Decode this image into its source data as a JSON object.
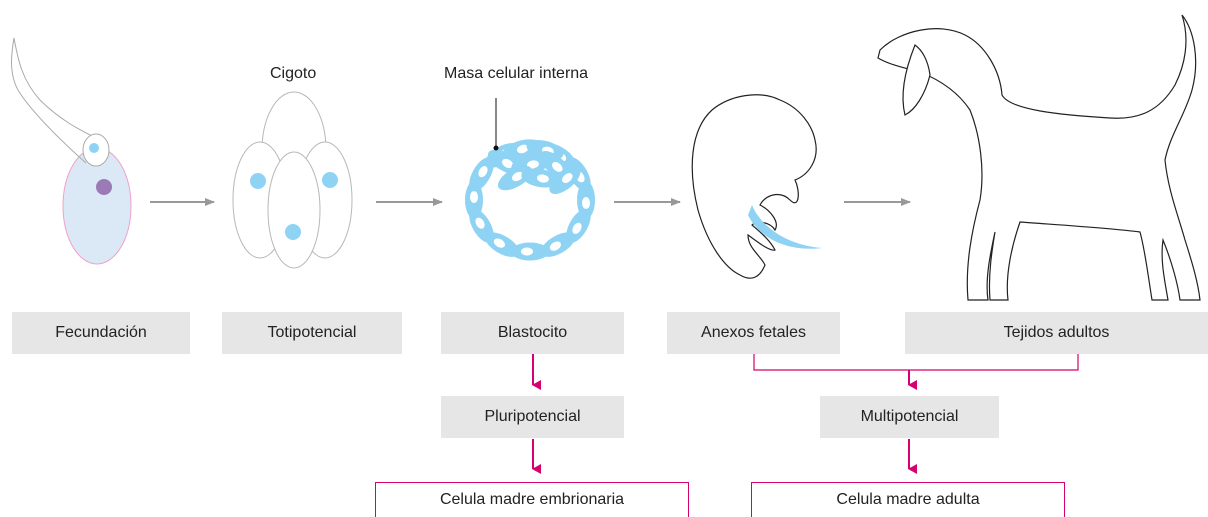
{
  "labels": {
    "cigoto": "Cigoto",
    "masa": "Masa celular interna"
  },
  "stages": {
    "fecundacion": "Fecundación",
    "totipotencial": "Totipotencial",
    "blastocito": "Blastocito",
    "anexos": "Anexos fetales",
    "tejidos": "Tejidos adultos"
  },
  "potency": {
    "pluripotencial": "Pluripotencial",
    "multipotencial": "Multipotencial"
  },
  "outcomes": {
    "embrionaria": "Celula madre embrionaria",
    "adulta": "Celula madre adulta"
  },
  "colors": {
    "cell_blue": "#8fd3f4",
    "magenta": "#d6006f",
    "arrow_gray": "#999999",
    "box_gray": "#e6e6e6"
  }
}
